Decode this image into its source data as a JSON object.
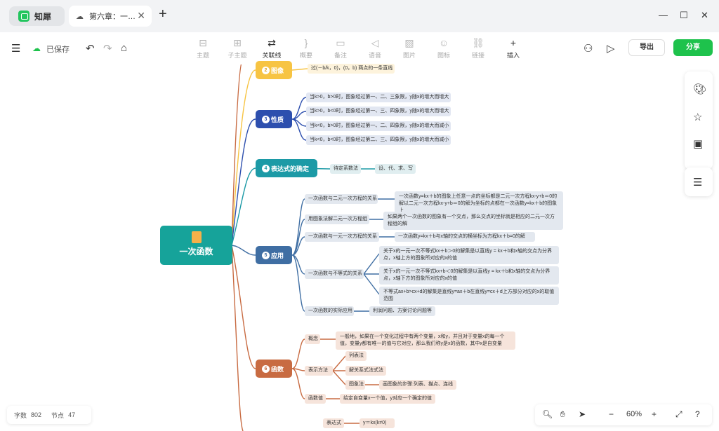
{
  "app": {
    "name": "知犀",
    "tab_title": "第六章：一…"
  },
  "toolbar": {
    "saved": "已保存",
    "tools": [
      {
        "label": "主题",
        "glyph": "⊟",
        "on": false
      },
      {
        "label": "子主题",
        "glyph": "⊞",
        "on": false
      },
      {
        "label": "关联线",
        "glyph": "⇄",
        "on": true
      },
      {
        "label": "概要",
        "glyph": "}",
        "on": false
      },
      {
        "label": "备注",
        "glyph": "▭",
        "on": false
      },
      {
        "label": "语音",
        "glyph": "◁",
        "on": false
      },
      {
        "label": "图片",
        "glyph": "▨",
        "on": false
      },
      {
        "label": "图标",
        "glyph": "☺",
        "on": false
      },
      {
        "label": "链接",
        "glyph": "⛓",
        "on": false
      },
      {
        "label": "插入",
        "glyph": "+",
        "on": true
      }
    ],
    "export": "导出",
    "share": "分享"
  },
  "root": {
    "label": "一次函数"
  },
  "nodes": {
    "img_cat": "图像",
    "img_cat_num": "2",
    "img_leaf": "过(－b/k，0)，(0，b) 两点的一条直线",
    "prop_cat": "性质",
    "prop_cat_num": "3",
    "prop_1": "当k>0，b>0时，图象经过第一、二、三象限，y随x的增大而增大",
    "prop_2": "当k>0，b<0时，图象经过第一、三、四象限，y随x的增大而增大",
    "prop_3": "当k<0，b>0时，图象经过第一、二、四象限，y随x的增大而减小",
    "prop_4": "当k<0，b<0时，图象经过第二、三、四象限，y随x的增大而减小",
    "expr_cat": "表达式的确定",
    "expr_cat_num": "4",
    "expr_1": "待定系数法",
    "expr_2": "设、代、求、写",
    "app_cat": "应用",
    "app_cat_num": "5",
    "app_1": "一次函数与二元一次方程的关系",
    "app_1a": "一次函数y=kx＋b的图象上任意一点的坐标都是二元一次方程kx-y+b＝0的解以二元一次方程kx-y+b＝0的解为坐标的点都在一次函数y=kx＋b的图象上",
    "app_2": "用图象法解二元一次方程组",
    "app_2a": "如果两个一次函数的图象有一个交点，那么交点的坐标就是相应的二元一次方程组的解",
    "app_3": "一次函数与一元一次方程的关系",
    "app_3a": "一次函数y=kx＋b与x轴的交点的横坐标为方程kx＋b=0的解",
    "app_4": "一次函数与不等式的关系",
    "app_4a": "关于x的一元一次不等式kx＋b＞0的解集是以直线y = kx＋b和x轴的交点为分界点，x轴上方的图象所对应的x的值",
    "app_4b": "关于x的一元一次不等式kx+b＜0的解集是以直线y = kx＋b和x轴的交点为分界点，x轴下方的图象所对应的x的值",
    "app_4c": "不等式ax+b>cx+d的解集是直线y=ax＋b在直线y=cx＋d上方部分对应的x的取值范围",
    "app_5": "一次函数的实际应用",
    "app_5a": "利润问题、方案讨论问题等",
    "func_cat": "函数",
    "func_cat_num": "6",
    "func_1": "概念",
    "func_1a": "一般地，如果在一个变化过程中有两个变量，x和y，并且对于变量x的每一个值，变量y都有唯一的值与它对应，那么我们称y是x的函数，其中x是自变量",
    "func_2": "表示方法",
    "func_2a": "列表法",
    "func_2b": "解关系式法式法",
    "func_2c": "图象法",
    "func_2d": "画图象的步骤:列表、描点、连线",
    "func_3": "函数值",
    "func_3a": "给定自变量x一个值，y对应一个确定的值",
    "bot_1": "表达式",
    "bot_1a": "y＝kx(k≠0)"
  },
  "status": {
    "words_label": "字数",
    "words": "802",
    "nodes_label": "节点",
    "nodes": "47"
  },
  "zoom": {
    "level": "60%"
  },
  "colors": {
    "root": "#16a39a",
    "img": "#f7c443",
    "prop": "#2d4fae",
    "expr": "#1c9aa6",
    "app": "#3f6ea3",
    "func": "#c86b42",
    "share": "#1ec24c"
  }
}
